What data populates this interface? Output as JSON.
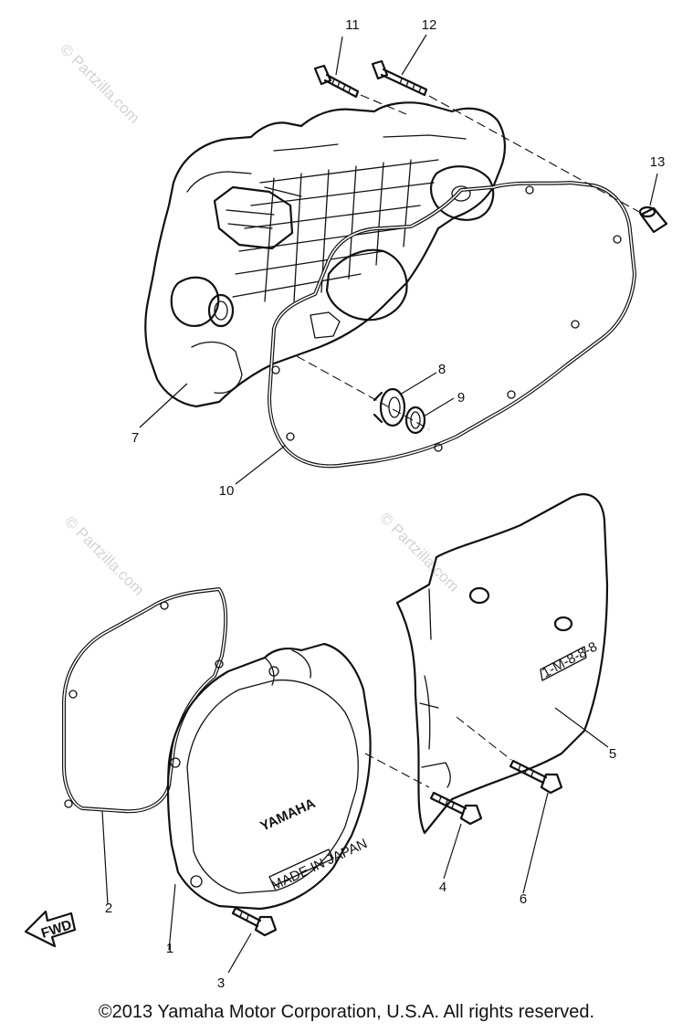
{
  "watermark": "© Partzilla.com",
  "copyright": "©2013 Yamaha Motor Corporation, U.S.A. All rights reserved.",
  "callouts": {
    "p1": "1",
    "p2": "2",
    "p3": "3",
    "p4": "4",
    "p5": "5",
    "p6": "6",
    "p7": "7",
    "p8": "8",
    "p9": "9",
    "p10": "10",
    "p11": "11",
    "p12": "12",
    "p13": "13"
  },
  "cover_logo": "YAMAHA",
  "made_in": "MADE IN JAPAN",
  "fwd_label": "FWD",
  "part_code": "1-M-8-8-8"
}
